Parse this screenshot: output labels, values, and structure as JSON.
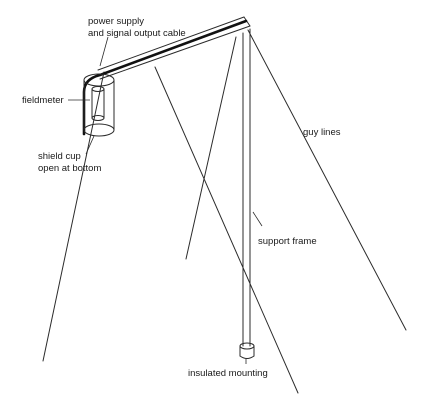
{
  "labels": {
    "power_supply_line1": "power supply",
    "power_supply_line2": "and signal output cable",
    "fieldmeter": "fieldmeter",
    "shield_cup_line1": "shield cup",
    "shield_cup_line2": "open at bottom",
    "guy_lines": "guy lines",
    "support_frame": "support frame",
    "insulated_mounting": "insulated mounting"
  }
}
